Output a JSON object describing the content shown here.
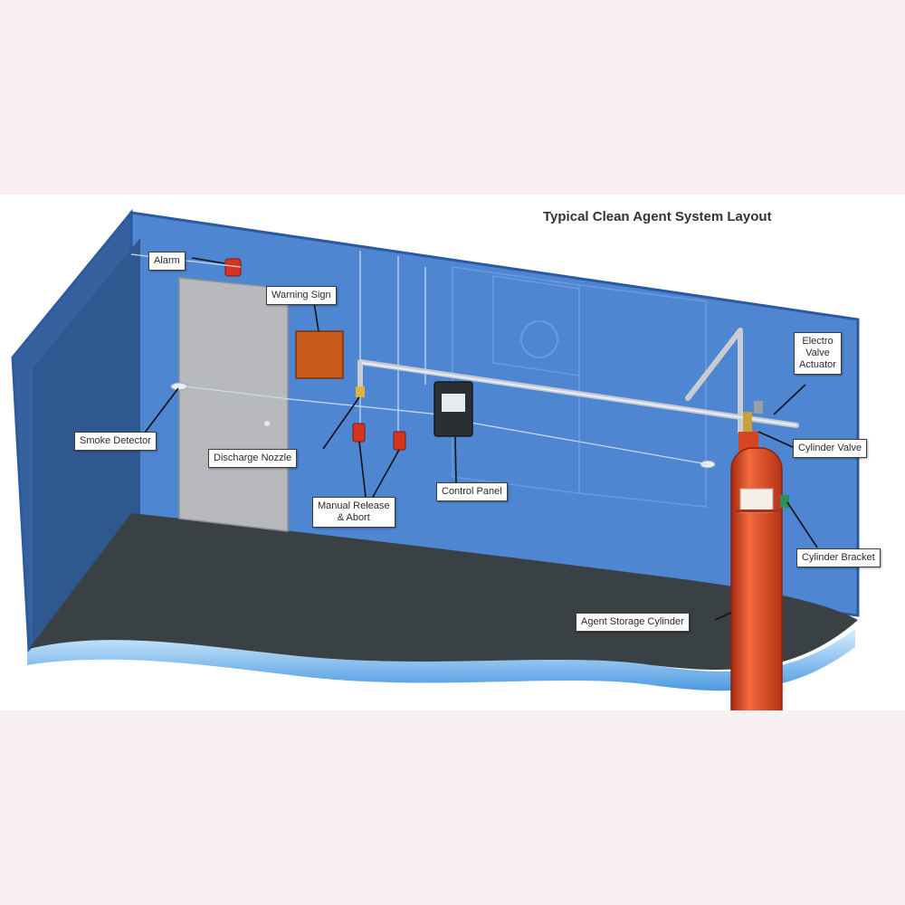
{
  "title": "Typical Clean Agent System Layout",
  "labels": {
    "alarm": "Alarm",
    "warning_sign": "Warning Sign",
    "smoke_detector": "Smoke Detector",
    "discharge_nozzle": "Discharge Nozzle",
    "manual_release_line1": "Manual Release",
    "manual_release_line2": "& Abort",
    "control_panel": "Control Panel",
    "electro_valve_line1": "Electro",
    "electro_valve_line2": "Valve",
    "electro_valve_line3": "Actuator",
    "cylinder_valve": "Cylinder Valve",
    "cylinder_bracket": "Cylinder Bracket",
    "agent_storage_cylinder": "Agent Storage Cylinder"
  },
  "colors": {
    "wall_blue": "#4f86d2",
    "left_wall": "#35629e",
    "wall_edge": "#2c5aa0",
    "floor": "#3a4145",
    "floor_glow": "#9fd0f5",
    "cylinder_red": "#d84322",
    "warning_sign": "#c85a1a"
  }
}
